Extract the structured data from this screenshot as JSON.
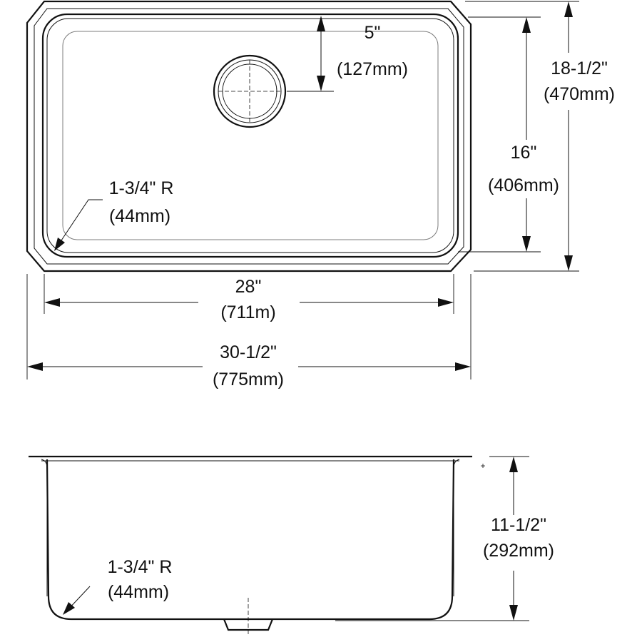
{
  "top_view": {
    "drain_offset": {
      "imperial": "5\"",
      "metric": "(127mm)"
    },
    "outer_depth": {
      "imperial": "18-1/2\"",
      "metric": "(470mm)"
    },
    "inner_depth": {
      "imperial": "16\"",
      "metric": "(406mm)"
    },
    "corner_radius": {
      "imperial": "1-3/4\" R",
      "metric": "(44mm)"
    },
    "inner_width": {
      "imperial": "28\"",
      "metric": "(711m)"
    },
    "outer_width": {
      "imperial": "30-1/2\"",
      "metric": "(775mm)"
    }
  },
  "side_view": {
    "bowl_depth": {
      "imperial": "11-1/2\"",
      "metric": "(292mm)"
    },
    "corner_radius": {
      "imperial": "1-3/4\" R",
      "metric": "(44mm)"
    }
  }
}
